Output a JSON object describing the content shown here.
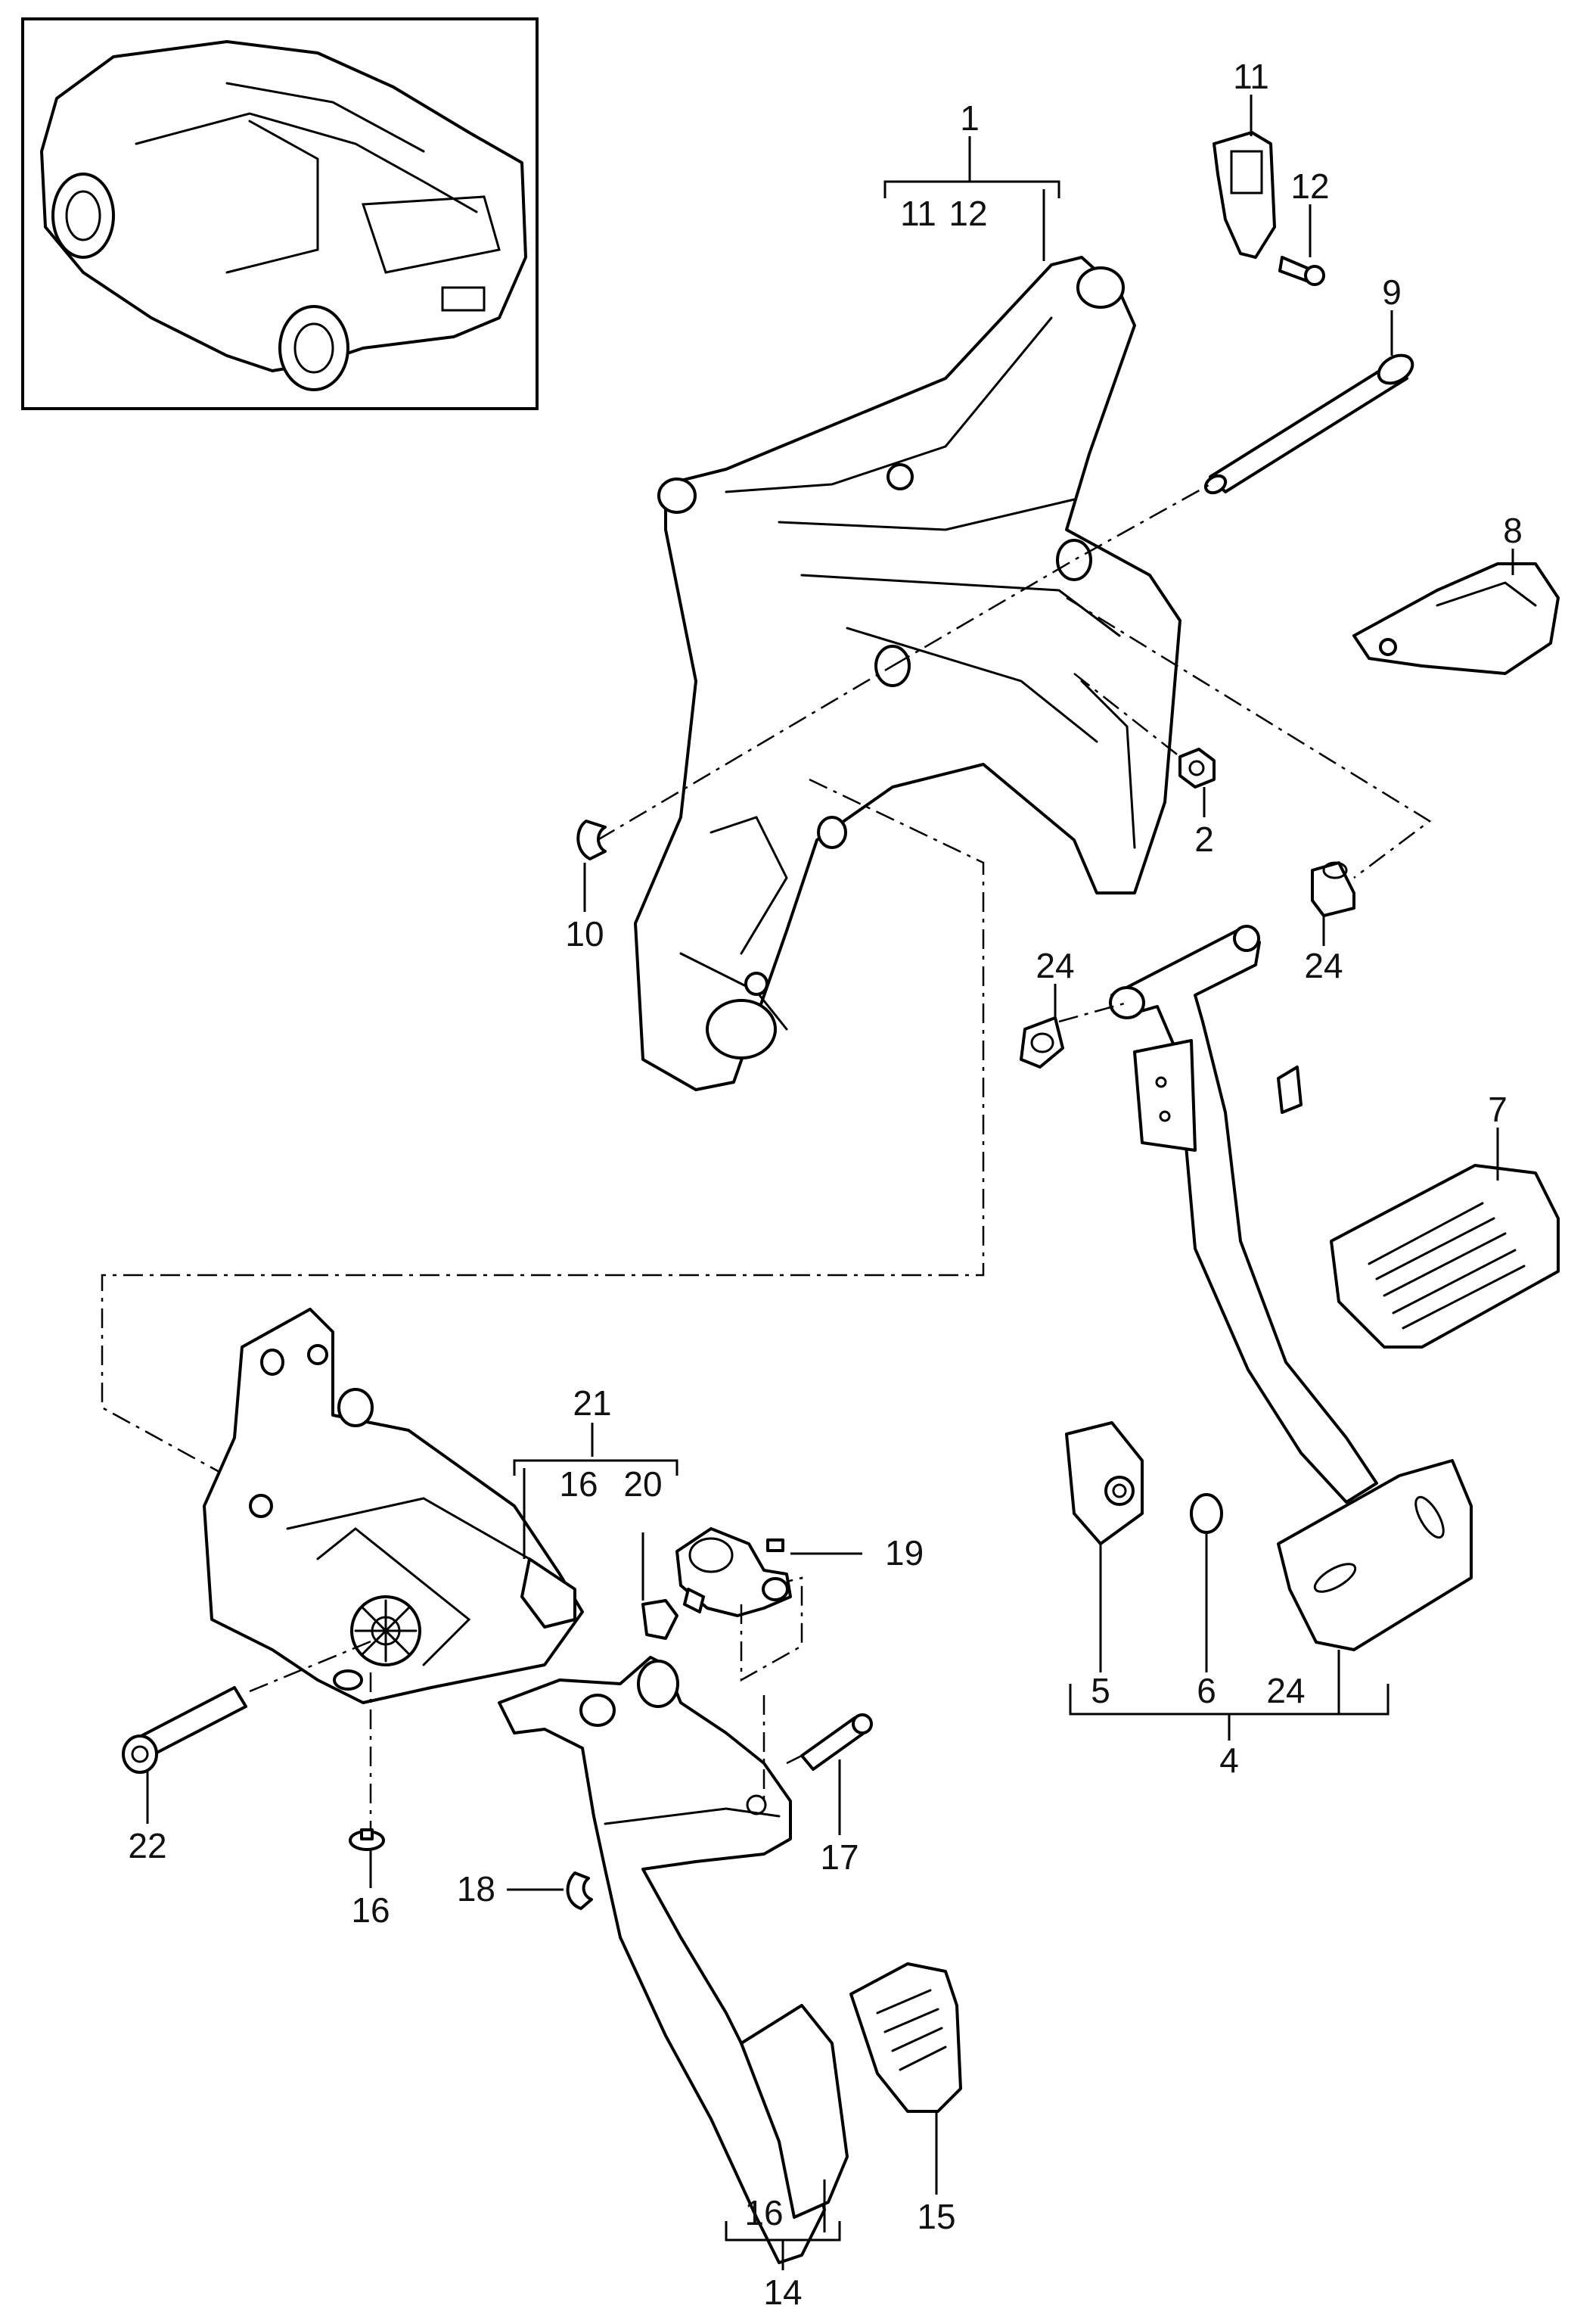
{
  "diagram": {
    "callouts": {
      "c1": "1",
      "c1a": "11",
      "c1b": "12",
      "c11": "11",
      "c12": "12",
      "c9": "9",
      "c8": "8",
      "c2": "2",
      "c10": "10",
      "c24a": "24",
      "c24b": "24",
      "c7": "7",
      "c4": "4",
      "c4a": "5",
      "c4b": "6",
      "c4c": "24",
      "c21": "21",
      "c21a": "16",
      "c21b": "20",
      "c19": "19",
      "c22": "22",
      "c16": "16",
      "c17": "17",
      "c18": "18",
      "c14": "14",
      "c14a": "16",
      "c15": "15"
    }
  }
}
